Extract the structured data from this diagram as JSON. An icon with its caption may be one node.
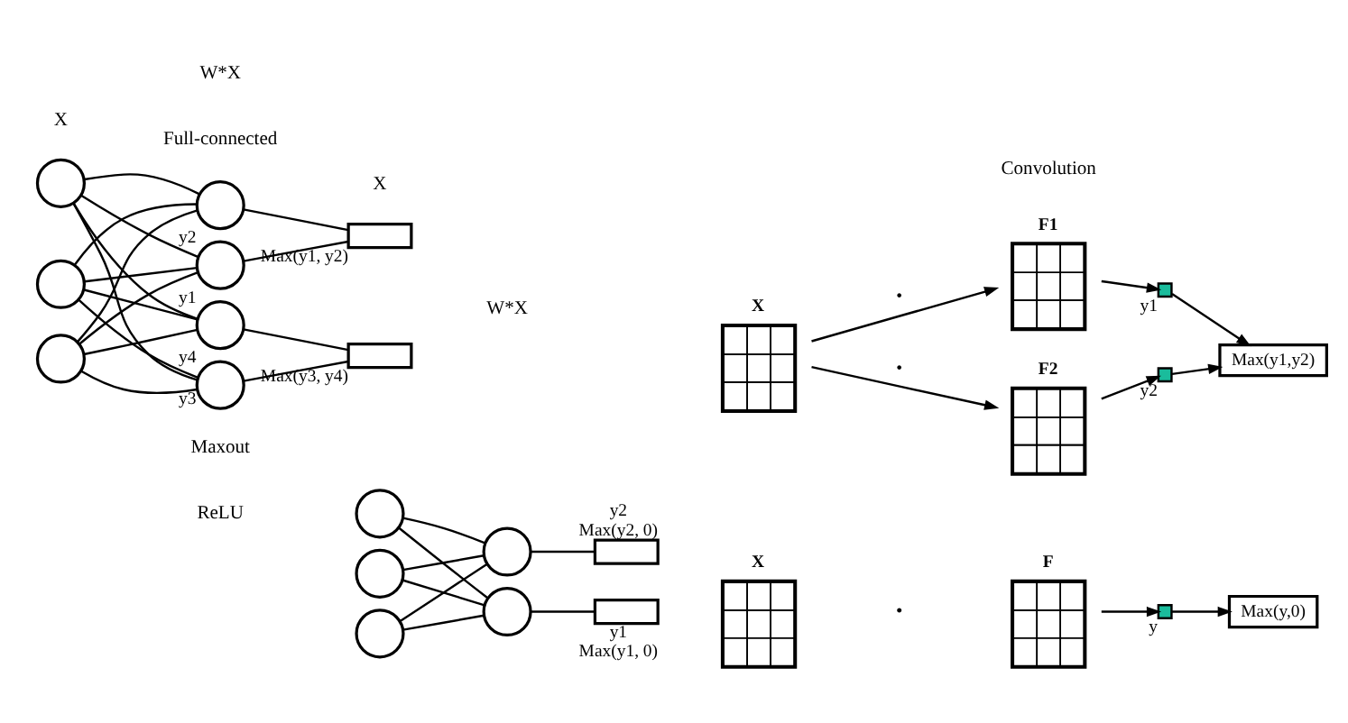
{
  "diagram": {
    "nodes": [
      {
        "text": [],
        "shape": "circle"
      },
      {
        "text": [],
        "shape": "circle"
      },
      {
        "text": [],
        "shape": "circle"
      },
      {
        "text": [],
        "shape": "circle"
      },
      {
        "text": [],
        "shape": "circle"
      },
      {
        "text": [],
        "shape": "box",
        "beside": [
          "y1",
          "Max(y1, 0)"
        ]
      },
      {
        "text": [],
        "shape": "box",
        "beside": [
          "y2",
          "Max(y2, 0)"
        ]
      },
      {
        "text": [],
        "shape": "circle"
      },
      {
        "text": [],
        "shape": "circle"
      },
      {
        "text": [],
        "shape": "circle"
      },
      {
        "text": [],
        "shape": "circle",
        "beside": [
          "y1"
        ]
      },
      {
        "text": [],
        "shape": "circle",
        "beside": [
          "y2"
        ]
      },
      {
        "text": [],
        "shape": "circle",
        "beside": [
          "y3"
        ]
      },
      {
        "text": [],
        "shape": "circle",
        "beside": [
          "y4"
        ]
      },
      {
        "text": [],
        "shape": "box",
        "beside": [
          "Max(y1, y2)"
        ]
      },
      {
        "text": [],
        "shape": "box",
        "beside": [
          "Max(y3, y4)"
        ]
      },
      {
        "text": [
          "X"
        ]
      },
      {
        "text": [
          "F"
        ]
      },
      {
        "text": [
          "y"
        ]
      },
      {
        "text": [
          "Max(y,0)"
        ]
      },
      {
        "text": [
          "X"
        ]
      },
      {
        "text": [
          "F1"
        ]
      },
      {
        "text": [
          "F2"
        ]
      },
      {
        "text": [
          "y1"
        ]
      },
      {
        "text": [
          "y2"
        ]
      },
      {
        "text": [
          "Max(y1,y2)"
        ]
      }
    ],
    "edges": [
      {
        "from": 0,
        "to": 3,
        "arrow": "none"
      },
      {
        "from": 0,
        "to": 4,
        "arrow": "none"
      },
      {
        "from": 1,
        "to": 3,
        "arrow": "none"
      },
      {
        "from": 1,
        "to": 4,
        "arrow": "none"
      },
      {
        "from": 2,
        "to": 3,
        "arrow": "none"
      },
      {
        "from": 2,
        "to": 4,
        "arrow": "none"
      },
      {
        "from": 3,
        "to": 5,
        "arrow": "none"
      },
      {
        "from": 4,
        "to": 6,
        "arrow": "none"
      },
      {
        "from": 7,
        "to": 10,
        "arrow": "none"
      },
      {
        "from": 7,
        "to": 11,
        "arrow": "none"
      },
      {
        "from": 7,
        "to": 12,
        "arrow": "none"
      },
      {
        "from": 7,
        "to": 13,
        "arrow": "none"
      },
      {
        "from": 8,
        "to": 10,
        "arrow": "none"
      },
      {
        "from": 8,
        "to": 11,
        "arrow": "none"
      },
      {
        "from": 8,
        "to": 12,
        "arrow": "none"
      },
      {
        "from": 8,
        "to": 13,
        "arrow": "none"
      },
      {
        "from": 9,
        "to": 10,
        "arrow": "none"
      },
      {
        "from": 9,
        "to": 11,
        "arrow": "none"
      },
      {
        "from": 9,
        "to": 12,
        "arrow": "none"
      },
      {
        "from": 9,
        "to": 13,
        "arrow": "none"
      },
      {
        "from": 10,
        "to": 14,
        "arrow": "none"
      },
      {
        "from": 11,
        "to": 14,
        "arrow": "none"
      },
      {
        "from": 12,
        "to": 15,
        "arrow": "none"
      },
      {
        "from": 13,
        "to": 15,
        "arrow": "none"
      },
      {
        "from": 17,
        "to": 18,
        "arrow": "to"
      },
      {
        "from": 18,
        "to": 19,
        "arrow": "to"
      },
      {
        "from": 20,
        "to": 21,
        "arrow": "to",
        "label": "•"
      },
      {
        "from": 20,
        "to": 22,
        "arrow": "to",
        "label": "•"
      },
      {
        "from": 21,
        "to": 23,
        "arrow": "to"
      },
      {
        "from": 22,
        "to": 24,
        "arrow": "to"
      },
      {
        "from": 23,
        "to": 25,
        "arrow": "to"
      },
      {
        "from": 24,
        "to": 25,
        "arrow": "to"
      }
    ],
    "labels": [
      "ReLU",
      "X",
      "W*X",
      "•",
      "Maxout",
      "X",
      "W*X",
      "Full-connected",
      "Convolution"
    ]
  }
}
